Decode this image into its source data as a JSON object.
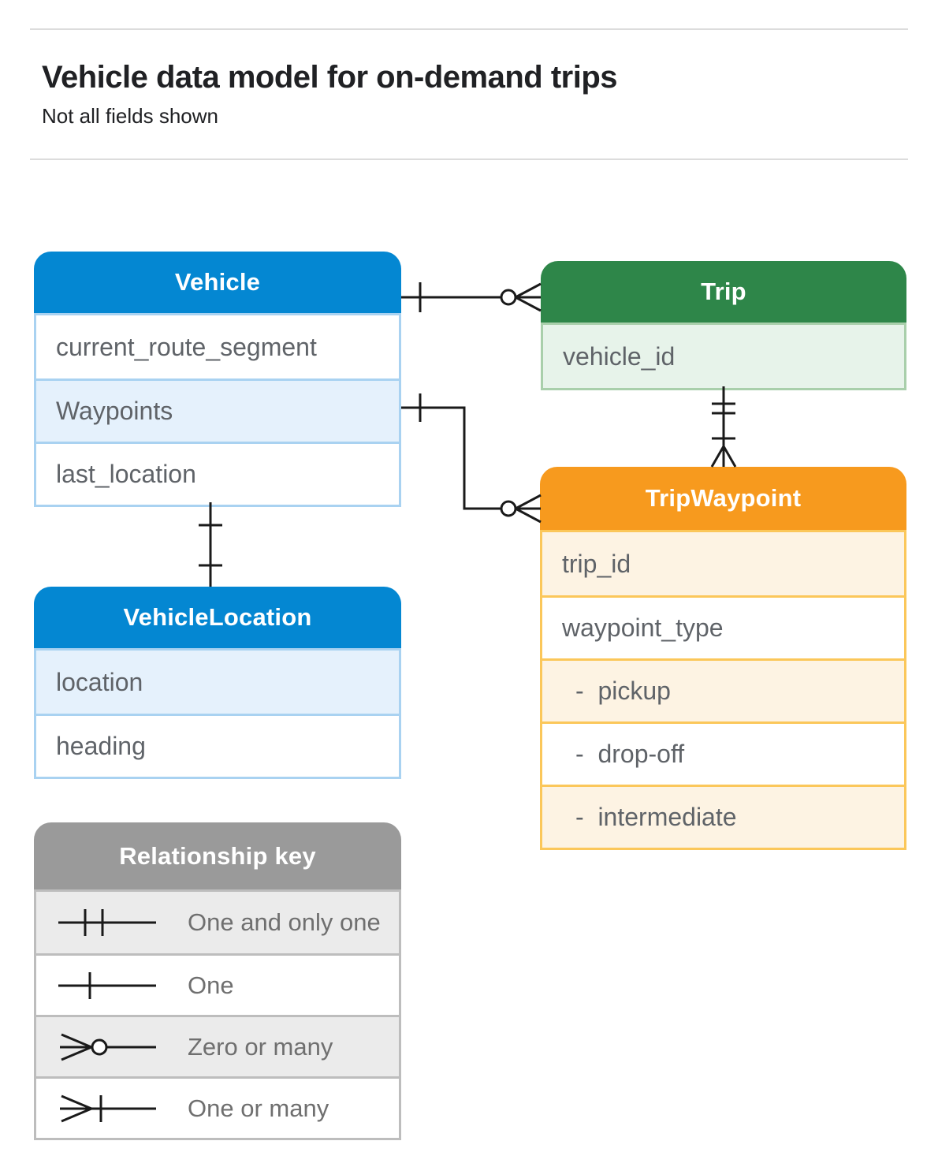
{
  "page": {
    "title": "Vehicle data model for on-demand trips",
    "subtitle": "Not all fields shown"
  },
  "entities": {
    "vehicle": {
      "title": "Vehicle",
      "fields": [
        "current_route_segment",
        "Waypoints",
        "last_location"
      ]
    },
    "trip": {
      "title": "Trip",
      "fields": [
        "vehicle_id"
      ]
    },
    "trip_waypoint": {
      "title": "TripWaypoint",
      "fields": [
        "trip_id",
        "waypoint_type",
        "-  pickup",
        "-  drop-off",
        "-  intermediate"
      ]
    },
    "vehicle_location": {
      "title": "VehicleLocation",
      "fields": [
        "location",
        "heading"
      ]
    }
  },
  "legend": {
    "title": "Relationship key",
    "items": [
      {
        "symbol": "one-and-only-one",
        "label": "One and only one"
      },
      {
        "symbol": "one",
        "label": "One"
      },
      {
        "symbol": "zero-or-many",
        "label": "Zero or many"
      },
      {
        "symbol": "one-or-many",
        "label": "One or many"
      }
    ]
  },
  "relationships": [
    {
      "from": "Vehicle",
      "to": "Trip",
      "from_cardinality": "one",
      "to_cardinality": "zero-or-many"
    },
    {
      "from": "Vehicle.Waypoints",
      "to": "TripWaypoint",
      "from_cardinality": "one",
      "to_cardinality": "zero-or-many"
    },
    {
      "from": "Trip",
      "to": "TripWaypoint",
      "from_cardinality": "one-and-only-one",
      "to_cardinality": "one-or-many"
    },
    {
      "from": "Vehicle",
      "to": "VehicleLocation",
      "from_cardinality": "one",
      "to_cardinality": "one"
    }
  ],
  "colors": {
    "header_blue": "#0487d2",
    "header_green": "#2e8649",
    "header_orange": "#f79a1e",
    "header_gray": "#9a9a9a",
    "tint_blue": "#e5f1fc",
    "tint_green": "#e7f3ea",
    "tint_orange": "#fdf3e3",
    "tint_gray": "#ebebeb",
    "border_blue": "#a9d2f1",
    "border_green": "#a9cfab",
    "border_orange": "#fbc75a",
    "border_gray": "#bdbdbd",
    "line_black": "#1a1a1a",
    "text_dark": "#202124",
    "text_gray": "#5f6368",
    "legend_text": "#6f6f6f",
    "rule_gray": "#dcdcdc"
  }
}
